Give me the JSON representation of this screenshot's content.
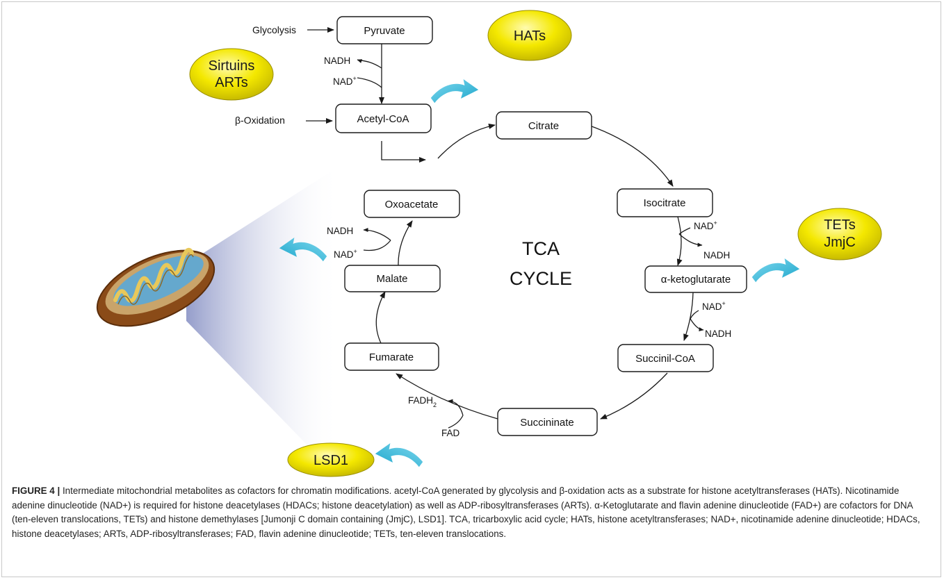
{
  "nodes": {
    "pyruvate": "Pyruvate",
    "acetyl_coa": "Acetyl-CoA",
    "citrate": "Citrate",
    "isocitrate": "Isocitrate",
    "a_ketoglutarate": "α-ketoglutarate",
    "succinil_coa": "Succinil-CoA",
    "succininate": "Succininate",
    "fumarate": "Fumarate",
    "malate": "Malate",
    "oxoacetate": "Oxoacetate"
  },
  "inputs": {
    "glycolysis": "Glycolysis",
    "beta_oxidation": "β-Oxidation"
  },
  "center": {
    "line1": "TCA",
    "line2": "CYCLE"
  },
  "enzymes": {
    "sirtuins": "Sirtuins",
    "arts": "ARTs",
    "hats": "HATs",
    "tets": "TETs",
    "jmjc": "JmjC",
    "lsd1": "LSD1"
  },
  "cofactors": {
    "nadh": "NADH",
    "nad": "NAD",
    "nad_sup": "+",
    "fadh": "FADH",
    "fadh_sub": "2",
    "fad": "FAD"
  },
  "caption": {
    "label": "FIGURE 4 |",
    "text": " Intermediate mitochondrial metabolites as cofactors for chromatin modifications. acetyl-CoA generated by glycolysis and β-oxidation acts as a substrate for histone acetyltransferases (HATs). Nicotinamide adenine dinucleotide (NAD+) is required for histone deacetylases (HDACs; histone deacetylation) as well as ADP-ribosyltransferases (ARTs). α-Ketoglutarate and flavin adenine dinucleotide (FAD+) are cofactors for DNA (ten-eleven translocations, TETs) and histone demethylases [Jumonji C domain containing (JmjC), LSD1]. TCA, tricarboxylic acid cycle; HATs, histone acetyltransferases; NAD+, nicotinamide adenine dinucleotide; HDACs, histone deacetylases; ARTs, ADP-ribosyltransferases; FAD, flavin adenine dinucleotide; TETs, ten-eleven translocations."
  },
  "colors": {
    "enzyme_fill": "#f2e600",
    "enzyme_stroke": "#9a8f00",
    "arrow_blue": "#2fb7d6",
    "beam": "#8f98c8"
  }
}
